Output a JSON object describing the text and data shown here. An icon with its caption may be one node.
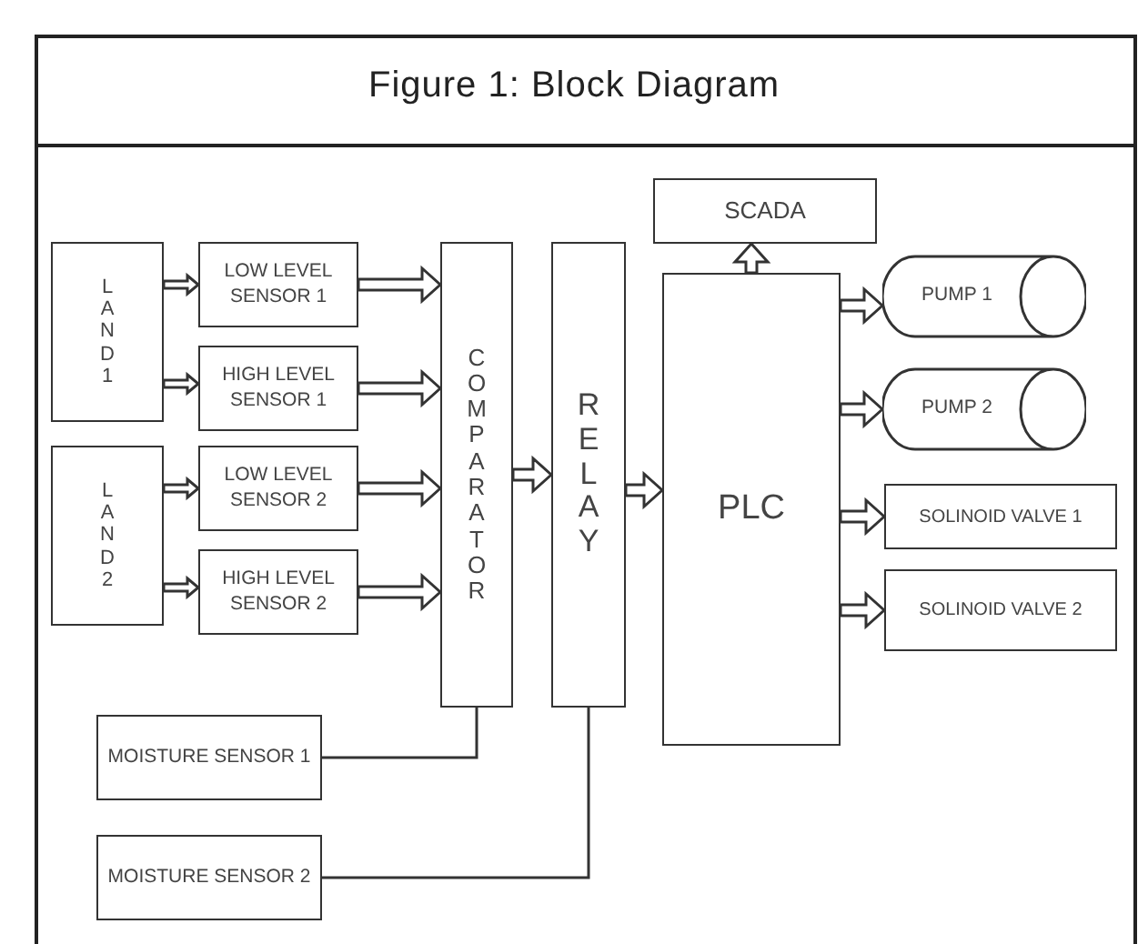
{
  "diagram": {
    "title": "Figure 1: Block Diagram",
    "nodes": [
      {
        "text": [
          "LAND 1"
        ]
      },
      {
        "text": [
          "LAND 2"
        ]
      },
      {
        "text": [
          "LOW LEVEL SENSOR 1"
        ]
      },
      {
        "text": [
          "HIGH LEVEL SENSOR 1"
        ]
      },
      {
        "text": [
          "LOW LEVEL SENSOR 2"
        ]
      },
      {
        "text": [
          "HIGH LEVEL SENSOR 2"
        ]
      },
      {
        "text": [
          "COMPARATOR"
        ]
      },
      {
        "text": [
          "RELAY"
        ]
      },
      {
        "text": [
          "SCADA"
        ]
      },
      {
        "text": [
          "PLC"
        ]
      },
      {
        "text": [
          "PUMP 1"
        ]
      },
      {
        "text": [
          "PUMP 2"
        ]
      },
      {
        "text": [
          "SOLINOID VALVE 1"
        ]
      },
      {
        "text": [
          "SOLINOID VALVE 2"
        ]
      },
      {
        "text": [
          "MOISTURE SENSOR 1"
        ]
      },
      {
        "text": [
          "MOISTURE SENSOR 2"
        ]
      }
    ],
    "edges": [
      {
        "from": 0,
        "to": 2,
        "arrow": "to"
      },
      {
        "from": 0,
        "to": 3,
        "arrow": "to"
      },
      {
        "from": 1,
        "to": 4,
        "arrow": "to"
      },
      {
        "from": 1,
        "to": 5,
        "arrow": "to"
      },
      {
        "from": 2,
        "to": 6,
        "arrow": "to"
      },
      {
        "from": 3,
        "to": 6,
        "arrow": "to"
      },
      {
        "from": 4,
        "to": 6,
        "arrow": "to"
      },
      {
        "from": 5,
        "to": 6,
        "arrow": "to"
      },
      {
        "from": 6,
        "to": 7,
        "arrow": "to"
      },
      {
        "from": 7,
        "to": 9,
        "arrow": "to"
      },
      {
        "from": 9,
        "to": 8,
        "arrow": "to"
      },
      {
        "from": 9,
        "to": 10,
        "arrow": "to"
      },
      {
        "from": 9,
        "to": 11,
        "arrow": "to"
      },
      {
        "from": 9,
        "to": 12,
        "arrow": "to"
      },
      {
        "from": 9,
        "to": 13,
        "arrow": "to"
      },
      {
        "from": 14,
        "to": 6,
        "arrow": "none"
      },
      {
        "from": 15,
        "to": 7,
        "arrow": "none"
      }
    ]
  }
}
